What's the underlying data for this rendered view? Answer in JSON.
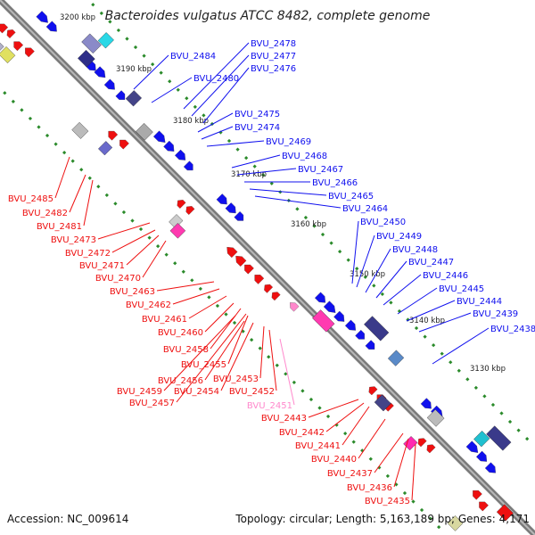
{
  "header": {
    "title": "Bacteroides vulgatus ATCC 8482, complete genome"
  },
  "footer": {
    "accession": "Accession: NC_009614",
    "summary": "Topology: circular; Length: 5,163,189 bp; Genes: 4,171"
  },
  "colors": {
    "forward_gene": "#1010ee",
    "reverse_gene": "#ee1010",
    "pseudogene": "#ff88cc",
    "backbone": "#7a7a7a",
    "tick": "#2a8a2a"
  },
  "ticks": [
    "3200 kbp",
    "3190 kbp",
    "3180 kbp",
    "3170 kbp",
    "3160 kbp",
    "3150 kbp",
    "3140 kbp",
    "3130 kbp"
  ],
  "forward_labels": [
    "BVU_2484",
    "BVU_2478",
    "BVU_2477",
    "BVU_2476",
    "BVU_2480",
    "BVU_2475",
    "BVU_2474",
    "BVU_2469",
    "BVU_2468",
    "BVU_2467",
    "BVU_2466",
    "BVU_2465",
    "BVU_2464",
    "BVU_2450",
    "BVU_2449",
    "BVU_2448",
    "BVU_2447",
    "BVU_2446",
    "BVU_2445",
    "BVU_2444",
    "BVU_2439",
    "BVU_2438"
  ],
  "reverse_labels": [
    "BVU_2485",
    "BVU_2482",
    "BVU_2481",
    "BVU_2473",
    "BVU_2472",
    "BVU_2471",
    "BVU_2470",
    "BVU_2463",
    "BVU_2462",
    "BVU_2461",
    "BVU_2460",
    "BVU_2458",
    "BVU_2455",
    "BVU_2456",
    "BVU_2453",
    "BVU_2459",
    "BVU_2454",
    "BVU_2452",
    "BVU_2457",
    "BVU_2451",
    "BVU_2443",
    "BVU_2442",
    "BVU_2441",
    "BVU_2440",
    "BVU_2437",
    "BVU_2436",
    "BVU_2435"
  ],
  "pseudogene_labels": [
    "BVU_2451"
  ]
}
